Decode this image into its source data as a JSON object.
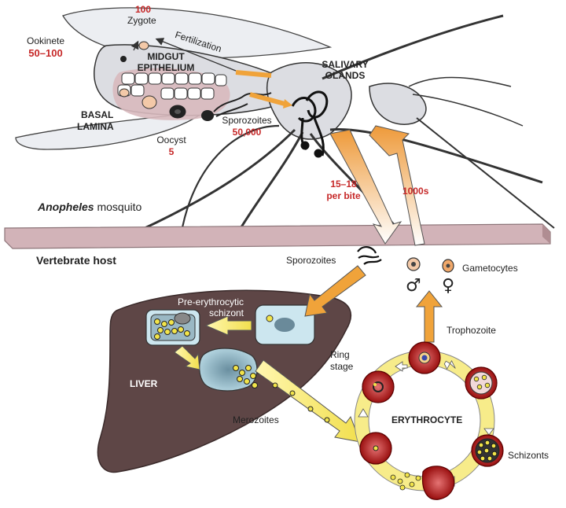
{
  "mosquito": {
    "ookinete": {
      "label": "Ookinete",
      "count": "50–100"
    },
    "zygote": {
      "label": "Zygote",
      "count": "100"
    },
    "fertilization": "Fertilization",
    "midgut_epithelium": [
      "MIDGUT",
      "EPITHELIUM"
    ],
    "basal_lamina": [
      "BASAL",
      "LAMINA"
    ],
    "oocyst": {
      "label": "Oocyst",
      "count": "5"
    },
    "sporozoites": {
      "label": "Sporozoites",
      "count": "50,000"
    },
    "salivary_glands": [
      "SALIVARY",
      "GLANDS"
    ],
    "species_italic": "Anopheles",
    "species_rest": "mosquito"
  },
  "transfer": {
    "per_bite": [
      "15–18",
      "per bite"
    ],
    "gametocyte_count": "1000s"
  },
  "host": {
    "label": "Vertebrate host",
    "sporozoites": "Sporozoites",
    "gametocytes": "Gametocytes",
    "male_symbol": "♂",
    "female_symbol": "♀",
    "pre_erythrocytic": [
      "Pre-erythrocytic",
      "schizont"
    ],
    "liver": "LIVER",
    "merozoites": "Merozoites",
    "ring_stage": [
      "Ring",
      "stage"
    ],
    "trophozoite": "Trophozoite",
    "erythrocyte": "ERYTHROCYTE",
    "schizonts": "Schizonts"
  },
  "colors": {
    "count_red": "#c62828",
    "liver_brown": "#5e4646",
    "rbc_red": "#b71c1c",
    "mosquito_gray": "#dcdde2",
    "arrow_yellow": "#f7ec8a",
    "arrow_orange": "#f0a33a",
    "membrane_pink": "#d8b9be"
  }
}
